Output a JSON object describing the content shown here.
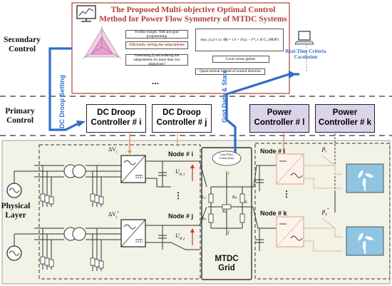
{
  "title_line1": "The Proposed Multi-objective Optimal Control",
  "title_line2": "Method  for Power Flow Symmetry of MTDC Systems",
  "subpanels": [
    "Further insight: NBI and goal programming",
    "Efficiently solving the subproblems",
    "Generating β and ordering the subproblems for more than two objectives?",
    "Local versus global.",
    "Quasi-normal instead of normal direction"
  ],
  "formula": "max_{x,t} t  s.t. Φβ + t n̂ = F(x) − F*,  x ∈ C,  (MOP)",
  "ellipsis_top": "...",
  "realtime_label": "Real-Time Criteria Caculation",
  "layer_labels": {
    "secondary": "Secondary Control",
    "primary": "Primary Control",
    "physical": "Physical Layer"
  },
  "link_labels": {
    "dc_droop_setting": "DC Droop Setting",
    "grid_data_state": "Grid Data & State"
  },
  "controllers": [
    {
      "line1": "DC Droop",
      "line2": "Controller # i"
    },
    {
      "line1": "DC Droop",
      "line2": "Controller # j"
    },
    {
      "line1": "Power",
      "line2": "Controller # l"
    },
    {
      "line1": "Power",
      "line2": "Controller # k"
    }
  ],
  "physical": {
    "delta_vi": "ΔV",
    "delta_vj": "ΔV",
    "node_i": "Node # i",
    "node_j": "Node # j",
    "node_l": "Node # l",
    "node_k": "Node # k",
    "udc_i": "U",
    "udc_j": "U",
    "p_l": "p",
    "p_k": "p",
    "line_flow": "Line Flow Line(i,line)",
    "resistors": [
      "R₁ⱼ",
      "Rᵢₖ",
      "Rᵢⱼ",
      "Rⱼₖ"
    ],
    "node_letters": [
      "i",
      "k",
      "j"
    ],
    "mtdc_grid": "MTDC Grid",
    "vdots": "⋮"
  },
  "colors": {
    "accent_blue": "#2f6ec9",
    "title_red": "#b04038",
    "droop_box": "#ffffff",
    "power_box": "#dcd3ea",
    "physical_bg": "#f2f2e6",
    "converter_orange": "#e7b59a",
    "wind_blue": "#8fc4e3"
  }
}
